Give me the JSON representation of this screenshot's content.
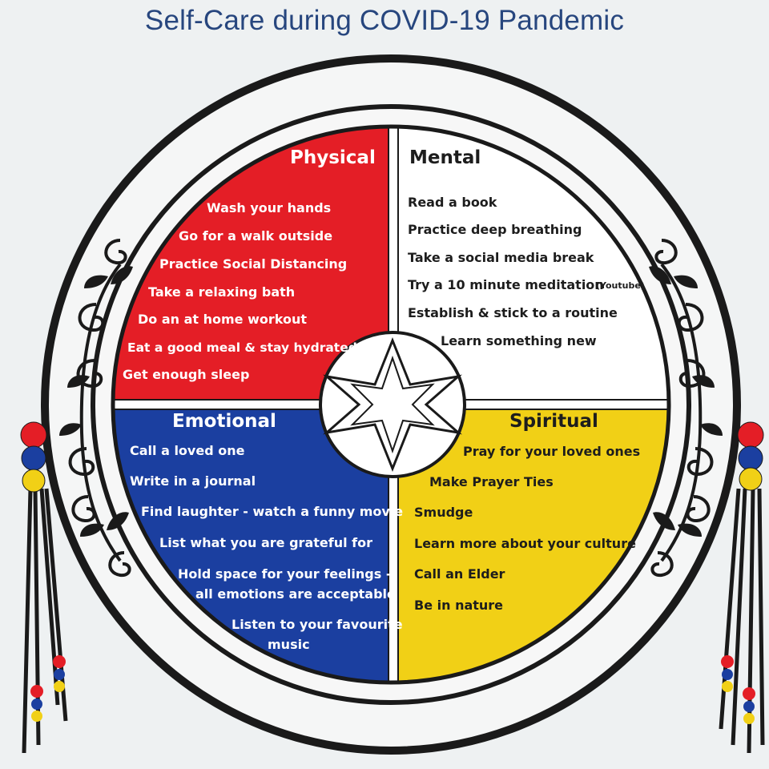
{
  "title": "Self-Care during COVID-19 Pandemic",
  "colors": {
    "physical": "#e41e26",
    "mental": "#ffffff",
    "emotional": "#1b3fa0",
    "spiritual": "#f1d016",
    "outline": "#1a1a1a",
    "title": "#27467e"
  },
  "quadrants": {
    "physical": {
      "heading": "Physical",
      "items": [
        "Wash your hands",
        "Go for a walk outside",
        "Practice Social Distancing",
        "Take a relaxing bath",
        "Do an at home workout",
        "Eat a good meal & stay hydrated",
        "Get enough sleep"
      ]
    },
    "mental": {
      "heading": "Mental",
      "items": [
        "Read a book",
        "Practice deep breathing",
        "Take a social media break",
        "Try a 10 minute meditation",
        "Establish & stick to a routine",
        "Learn something new"
      ],
      "note": "(Youtube)"
    },
    "emotional": {
      "heading": "Emotional",
      "items": [
        "Call a loved one",
        "Write in a journal",
        "Find laughter - watch a funny movie",
        "List what you are grateful for",
        "Hold space for your feelings -",
        "all emotions are acceptable",
        "Listen to your favourite",
        "music"
      ]
    },
    "spiritual": {
      "heading": "Spiritual",
      "items": [
        "Pray for your loved ones",
        "Make Prayer Ties",
        "Smudge",
        "Learn more about your culture",
        "Call an Elder",
        "Be in nature"
      ]
    }
  }
}
